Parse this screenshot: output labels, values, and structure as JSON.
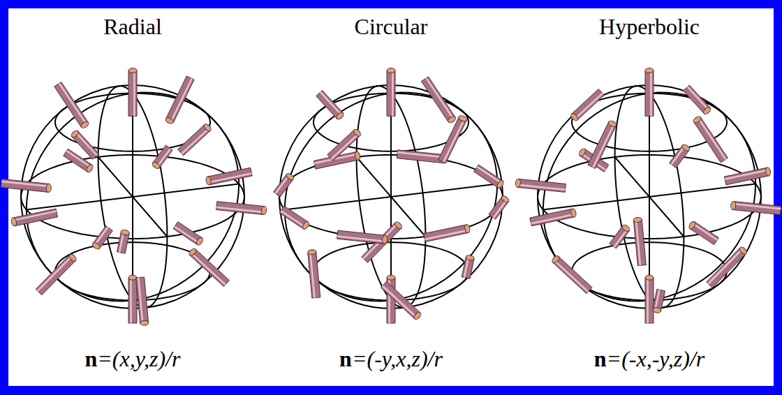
{
  "diagram": {
    "labels": [
      "Radial",
      "Circular",
      "Hyperbolic",
      "n=(x,y,z)/r",
      "n=(-y,x,z)/r",
      "n=(-x,-y,z)/r"
    ]
  }
}
